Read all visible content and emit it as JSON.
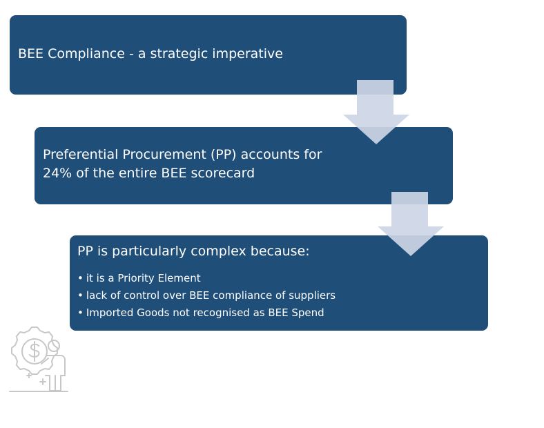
{
  "steps": [
    {
      "text": "BEE Compliance - a strategic imperative"
    },
    {
      "lines": [
        "Preferential Procurement (PP) accounts for",
        "24% of the entire BEE scorecard"
      ]
    },
    {
      "title": "PP is particularly complex because:",
      "bullets": [
        "it is a Priority Element",
        "lack of control over BEE compliance of suppliers",
        "Imported Goods not recognised as BEE Spend"
      ]
    }
  ],
  "colors": {
    "box_fill": "#1f4e79",
    "box_text": "#ffffff",
    "arrow_fill": "#cdd5e6",
    "icon_stroke": "#c7c7c7"
  },
  "icons": {
    "bottom_left": "person-gear-icon"
  }
}
